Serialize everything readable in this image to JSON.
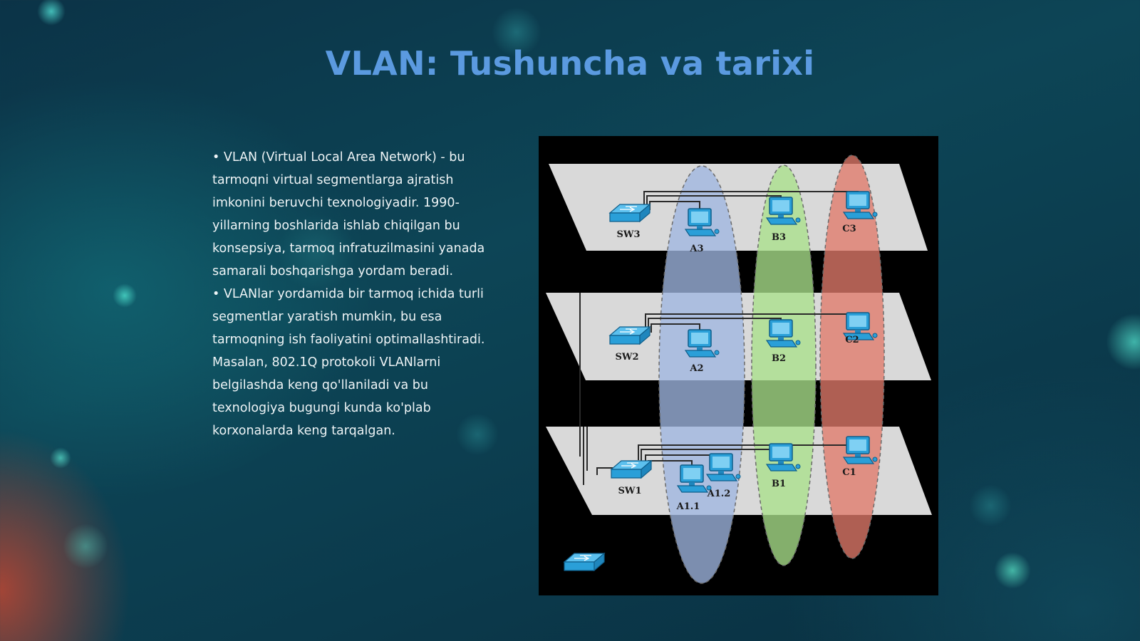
{
  "slide": {
    "title": "VLAN: Tushuncha va tarixi",
    "bullets": [
      "• VLAN (Virtual Local Area Network) - bu tarmoqni virtual segmentlarga ajratish imkonini beruvchi texnologiyadir. 1990-yillarning boshlarida ishlab chiqilgan bu konsepsiya, tarmoq infratuzilmasini yanada samarali boshqarishga yordam beradi.",
      "• VLANlar yordamida bir tarmoq ichida turli segmentlar yaratish mumkin, bu esa tarmoqning ish faoliyatini optimallashtiradi. Masalan, 802.1Q protokoli VLANlarni belgilashda keng qo'llaniladi va bu texnologiya bugungi kunda ko'plab korxonalarda keng tarqalgan."
    ]
  },
  "diagram": {
    "labels": {
      "sw3": "SW3",
      "sw2": "SW2",
      "sw1": "SW1",
      "a3": "A3",
      "b3": "B3",
      "c3": "C3",
      "a2": "A2",
      "b2": "B2",
      "c2": "C2",
      "a11": "A1.1",
      "a12": "A1.2",
      "b1": "B1",
      "c1": "C1"
    }
  },
  "colors": {
    "title": "#5b9ae0",
    "vlan_a": "#9fb6e0",
    "vlan_b": "#a9e08a",
    "vlan_c": "#e07a6a",
    "device": "#2a9fd8",
    "floor": "#d9d9d9"
  }
}
